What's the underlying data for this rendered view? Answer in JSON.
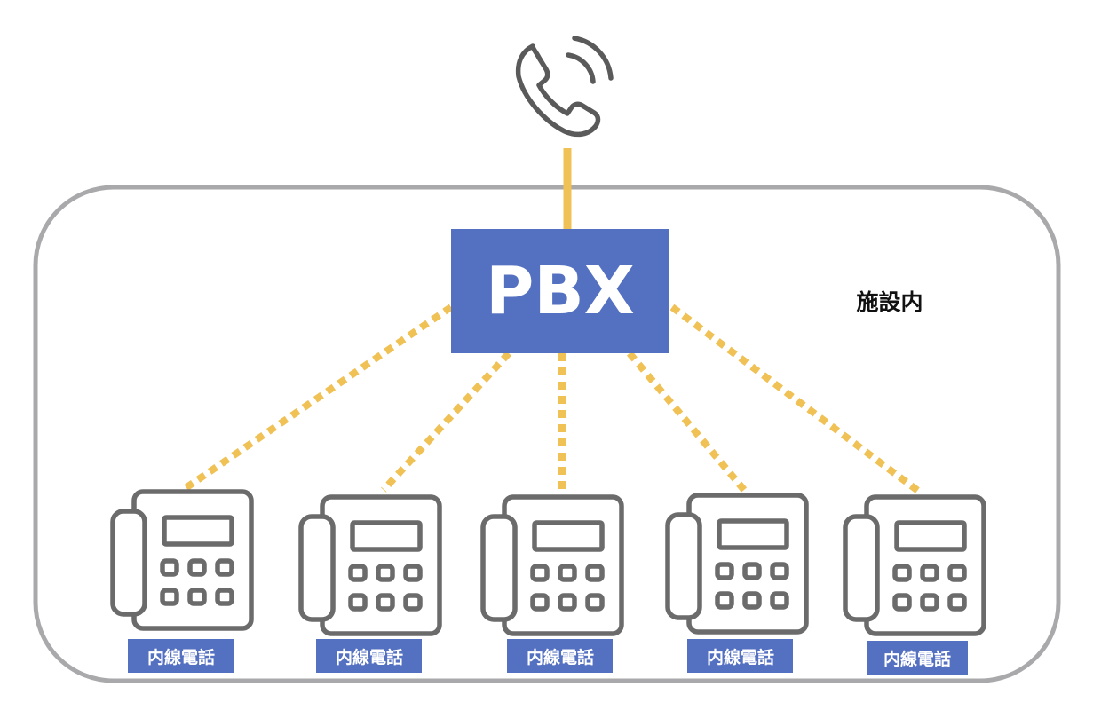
{
  "pbx": {
    "label": "PBX"
  },
  "facility": {
    "label": "施設内"
  },
  "extensions": [
    {
      "label": "内線電話"
    },
    {
      "label": "内線電話"
    },
    {
      "label": "内線電話"
    },
    {
      "label": "内線電話"
    },
    {
      "label": "内線電話"
    }
  ],
  "icons": {
    "external_phone": "phone-call-icon",
    "extension_phone": "desk-phone-icon"
  },
  "colors": {
    "pbx_box": "#5470c1",
    "connection": "#f0c155",
    "facility_border": "#a9a9ab",
    "icon_stroke": "#6b6b6b"
  }
}
